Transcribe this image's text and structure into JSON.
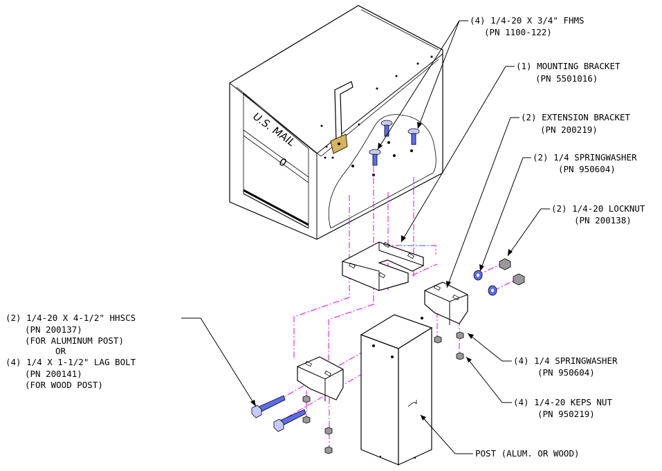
{
  "mailbox": {
    "text": "U.S. MAIL",
    "number": "0"
  },
  "callouts": [
    {
      "id": "fhms",
      "lines": [
        "(4) 1/4-20 X 3/4\" FHMS",
        "(PN 1100-122)"
      ]
    },
    {
      "id": "mounting-bracket",
      "lines": [
        "(1) MOUNTING BRACKET",
        "(PN 5501016)"
      ]
    },
    {
      "id": "extension-bracket",
      "lines": [
        "(2) EXTENSION BRACKET",
        "(PN 200219)"
      ]
    },
    {
      "id": "springwasher-2",
      "lines": [
        "(2) 1/4 SPRINGWASHER",
        "(PN 950604)"
      ]
    },
    {
      "id": "locknut",
      "lines": [
        "(2) 1/4-20 LOCKNUT",
        "(PN 200138)"
      ]
    },
    {
      "id": "springwasher-4",
      "lines": [
        "(4) 1/4 SPRINGWASHER",
        "(PN 950604)"
      ]
    },
    {
      "id": "keps-nut",
      "lines": [
        "(4) 1/4-20 KEPS NUT",
        "(PN 950219)"
      ]
    },
    {
      "id": "post",
      "lines": [
        "POST (ALUM. OR WOOD)"
      ]
    },
    {
      "id": "hhscs",
      "lines": [
        "(2) 1/4-20 X 4-1/2\" HHSCS",
        "(PN 200137)",
        "(FOR ALUMINUM POST)",
        "OR",
        "(4) 1/4 X 1-1/2\" LAG BOLT",
        "(PN 200141)",
        "(FOR WOOD POST)"
      ]
    }
  ],
  "colors": {
    "hardware": "#5a6df0",
    "flag": "#d8b45a",
    "centerline": "#e000e0"
  }
}
